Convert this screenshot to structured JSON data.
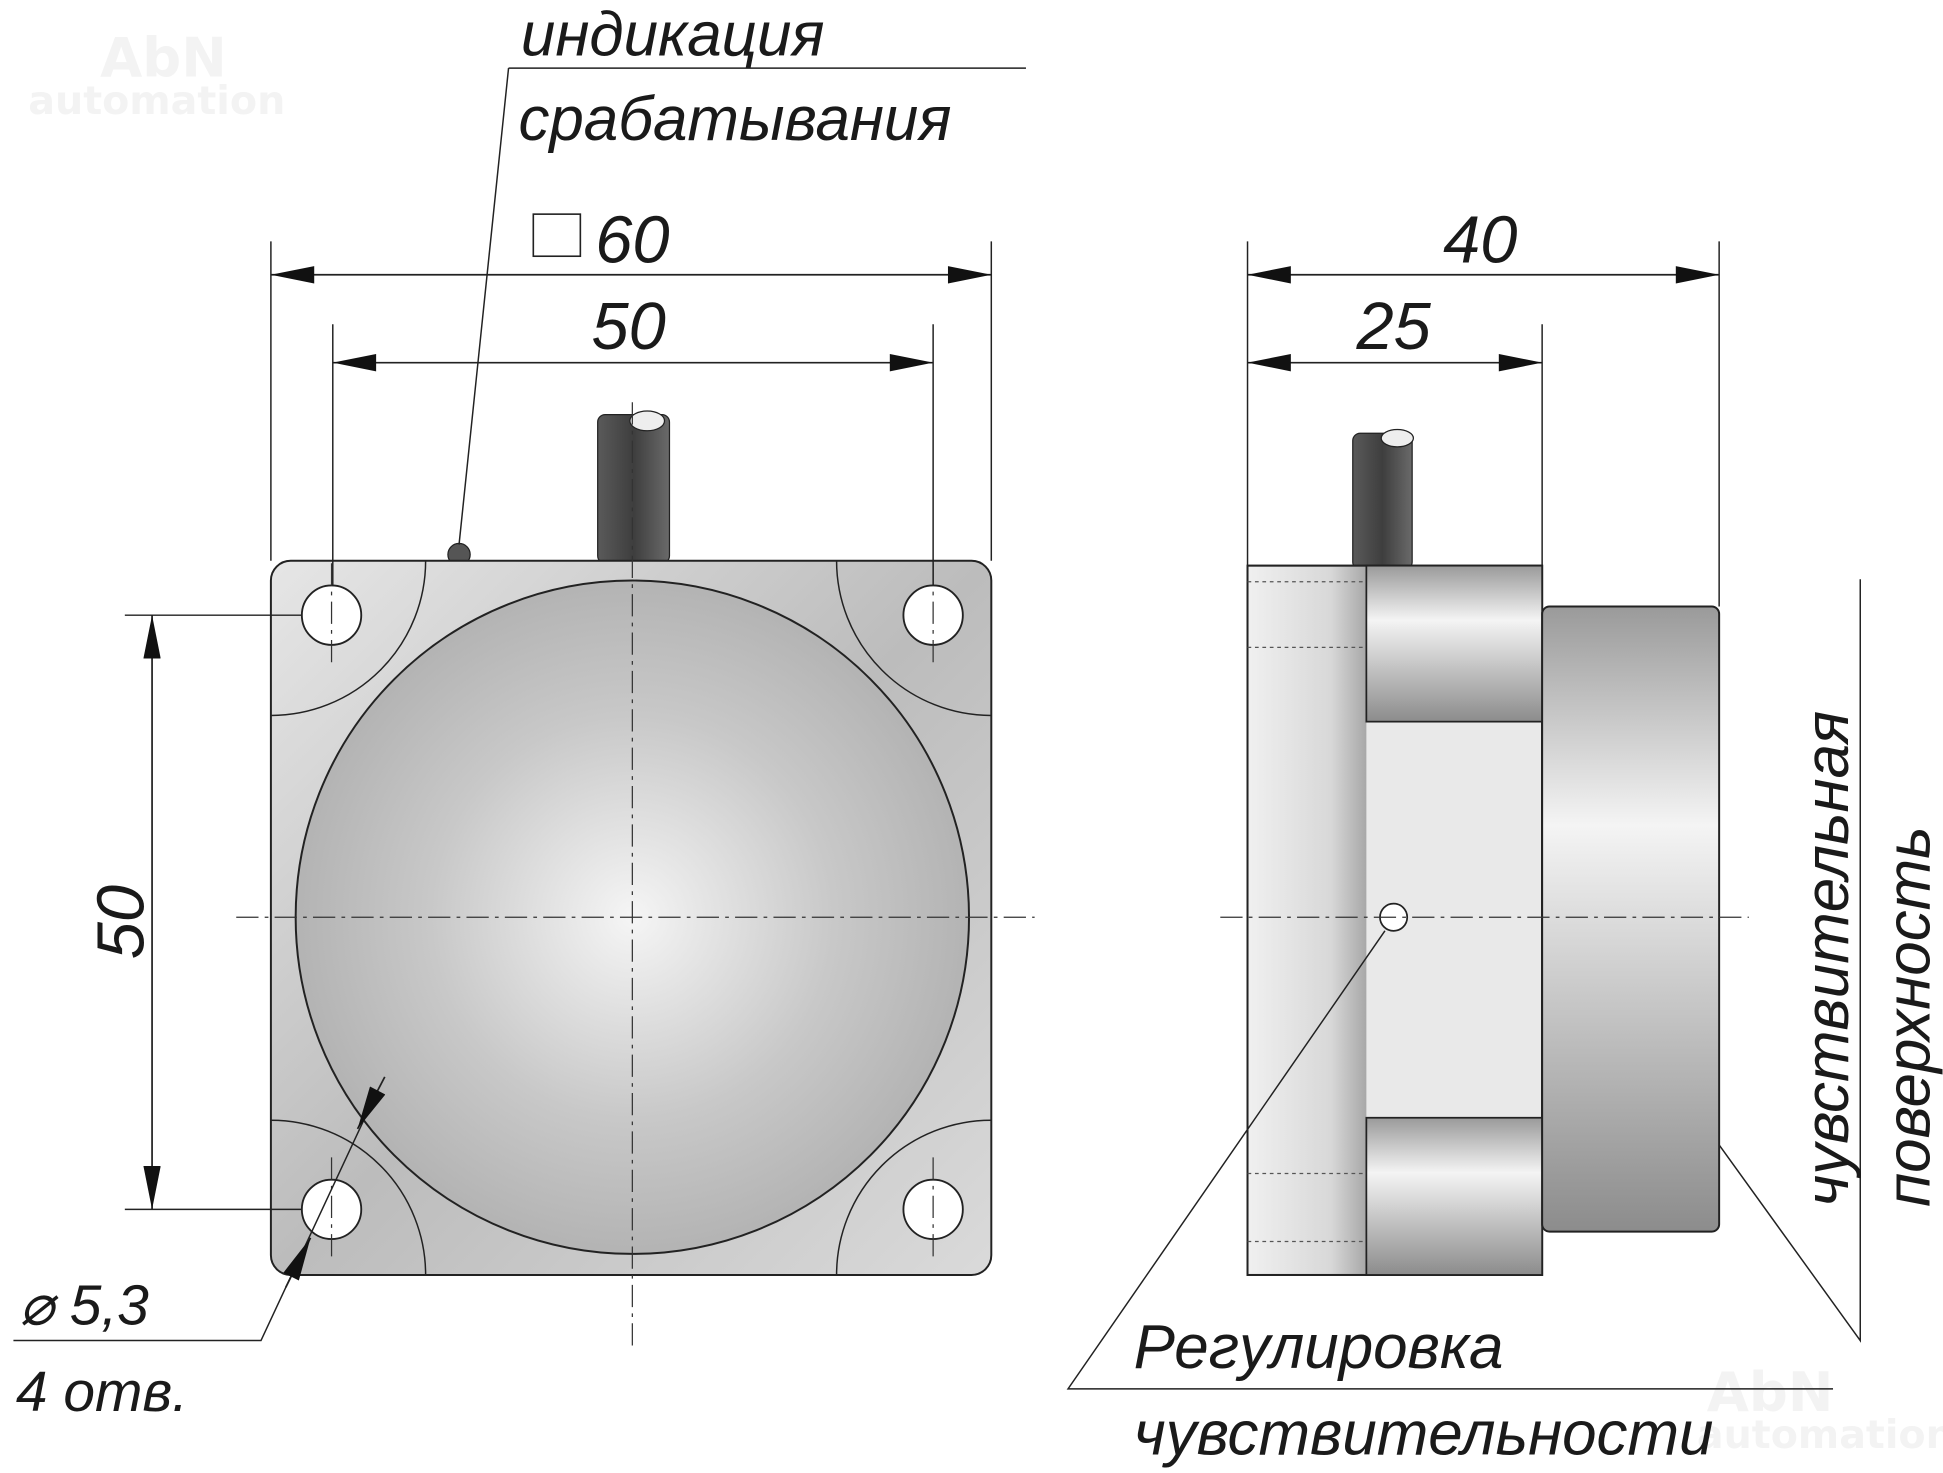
{
  "watermark": {
    "brand": "AbN",
    "sub": "automation"
  },
  "labels": {
    "indication_line1": "индикация",
    "indication_line2": "срабатывания",
    "adjust_line1": "Регулировка",
    "adjust_line2": "чувствительности",
    "surface_line1": "чувствительная",
    "surface_line2": "поверхность",
    "hole_diameter": "⌀ 5,3",
    "hole_count": "4 отв."
  },
  "dimensions": {
    "front_square": "60",
    "front_hole_spacing_h": "50",
    "front_hole_spacing_v": "50",
    "side_total": "40",
    "side_body": "25"
  },
  "colors": {
    "line": "#222222",
    "metal_light": "#f2f2f2",
    "metal_dark": "#8a8a8a",
    "cable": "#555555"
  }
}
